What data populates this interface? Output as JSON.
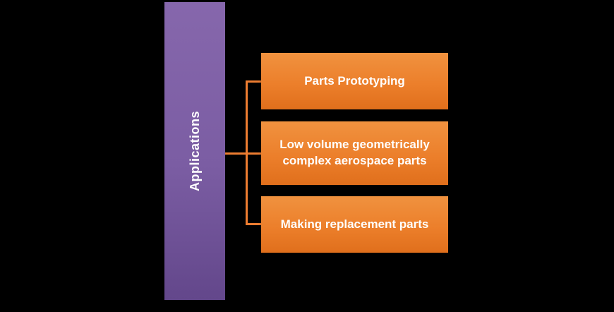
{
  "diagram": {
    "type": "hierarchy",
    "root": {
      "label": "Applications"
    },
    "nodes": [
      {
        "label": "Parts Prototyping"
      },
      {
        "label": "Low volume geometrically complex aerospace parts"
      },
      {
        "label": "Making replacement parts"
      }
    ],
    "colors": {
      "background": "#000000",
      "root_fill": "#7B5DA3",
      "node_fill": "#ED7D31",
      "connector": "#ED7D31",
      "text": "#FFFFFF"
    }
  }
}
